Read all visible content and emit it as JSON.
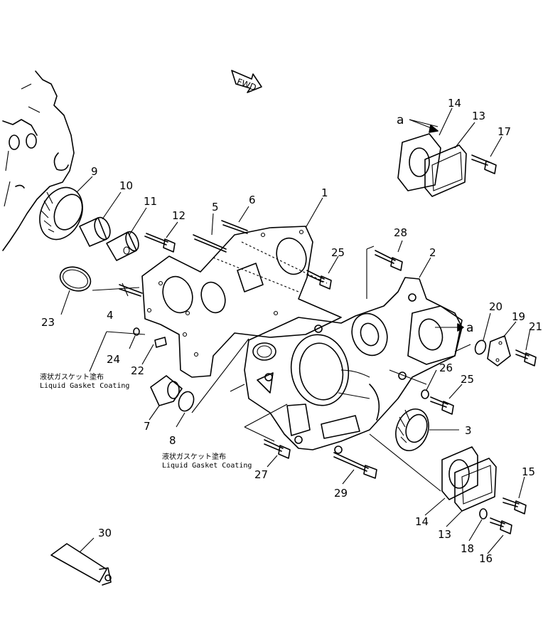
{
  "arrow": {
    "label": "FWD"
  },
  "view_marker": {
    "letter": "a"
  },
  "callouts": {
    "c1": "1",
    "c2": "2",
    "c3": "3",
    "c4": "4",
    "c5": "5",
    "c6": "6",
    "c7": "7",
    "c8": "8",
    "c9": "9",
    "c10": "10",
    "c11": "11",
    "c12": "12",
    "c13a": "13",
    "c13b": "13",
    "c14a": "14",
    "c14b": "14",
    "c15": "15",
    "c16": "16",
    "c17": "17",
    "c18": "18",
    "c19": "19",
    "c20": "20",
    "c21": "21",
    "c22": "22",
    "c23": "23",
    "c24": "24",
    "c25a": "25",
    "c25b": "25",
    "c26": "26",
    "c27": "27",
    "c28": "28",
    "c29": "29",
    "c30": "30"
  },
  "notes": {
    "note1": {
      "jp": "液状ガスケット塗布",
      "en": "Liquid Gasket Coating"
    },
    "note2": {
      "jp": "液状ガスケット塗布",
      "en": "Liquid Gasket Coating"
    }
  }
}
